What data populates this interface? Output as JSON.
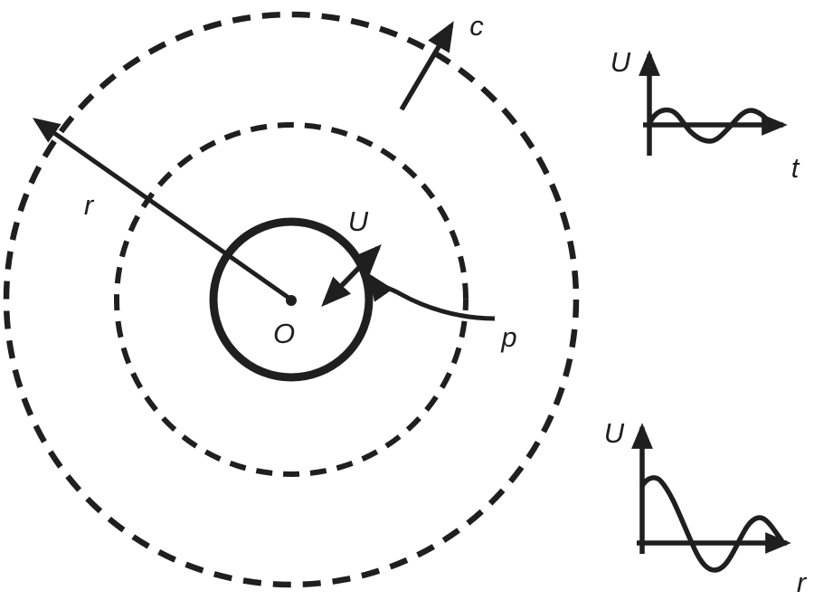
{
  "colors": {
    "ink": "#1f1f1f",
    "background": "#ffffff"
  },
  "diagram": {
    "labels": {
      "radius": "r",
      "wave_speed": "c",
      "displacement": "U",
      "origin": "O",
      "surface_point": "p"
    }
  },
  "insets": {
    "time_graph": {
      "y_label": "U",
      "x_label": "t"
    },
    "space_graph": {
      "y_label": "U",
      "x_label": "r"
    }
  }
}
